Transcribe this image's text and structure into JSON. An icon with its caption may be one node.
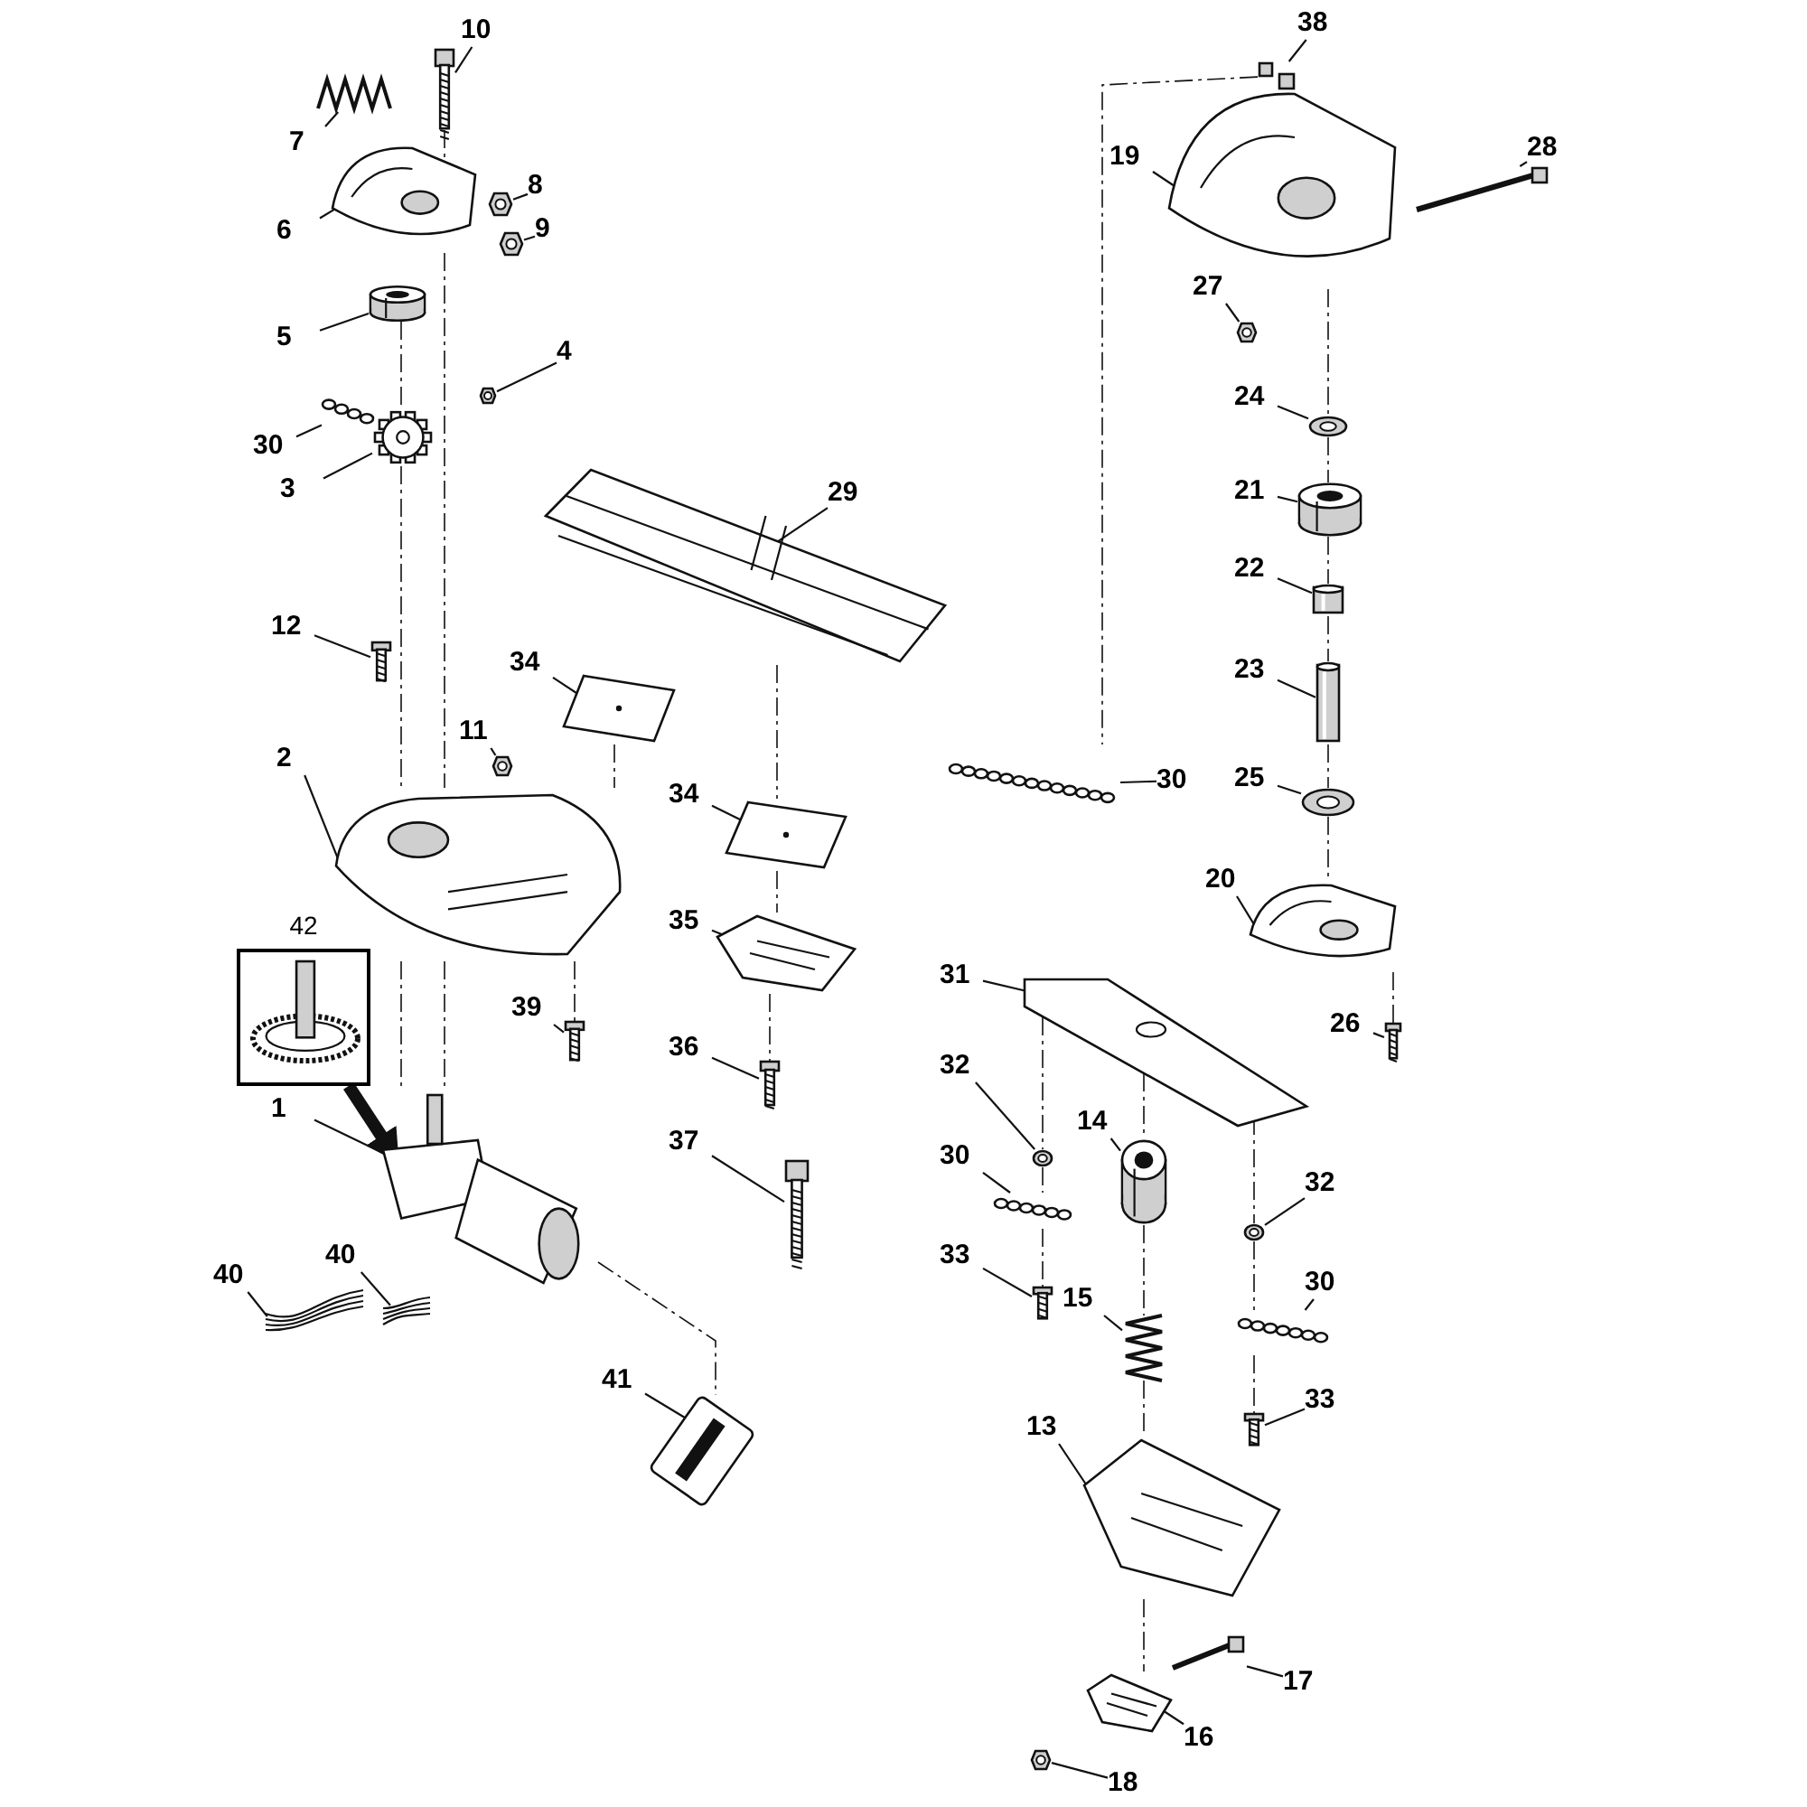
{
  "diagram": {
    "nodes": [
      {
        "text": [
          "10"
        ]
      },
      {
        "text": [],
        "shape": "picture"
      },
      {
        "text": [
          "7"
        ]
      },
      {
        "text": [],
        "shape": "picture"
      },
      {
        "text": [
          "6"
        ]
      },
      {
        "text": [],
        "shape": "picture"
      },
      {
        "text": [
          "8"
        ]
      },
      {
        "text": [],
        "shape": "picture"
      },
      {
        "text": [
          "9"
        ]
      },
      {
        "text": [],
        "shape": "picture"
      },
      {
        "text": [
          "5"
        ]
      },
      {
        "text": [],
        "shape": "picture"
      },
      {
        "text": [
          "4"
        ]
      },
      {
        "text": [],
        "shape": "picture"
      },
      {
        "text": [
          "30"
        ]
      },
      {
        "text": [],
        "shape": "picture"
      },
      {
        "text": [
          "3"
        ]
      },
      {
        "text": [],
        "shape": "picture"
      },
      {
        "text": [
          "38"
        ]
      },
      {
        "text": [],
        "shape": "picture"
      },
      {
        "text": [
          "19"
        ]
      },
      {
        "text": [],
        "shape": "picture"
      },
      {
        "text": [
          "28"
        ]
      },
      {
        "text": [],
        "shape": "picture"
      },
      {
        "text": [
          "27"
        ]
      },
      {
        "text": [],
        "shape": "picture"
      },
      {
        "text": [
          "24"
        ]
      },
      {
        "text": [],
        "shape": "picture"
      },
      {
        "text": [
          "21"
        ]
      },
      {
        "text": [],
        "shape": "picture"
      },
      {
        "text": [
          "22"
        ]
      },
      {
        "text": [],
        "shape": "picture"
      },
      {
        "text": [
          "23"
        ]
      },
      {
        "text": [],
        "shape": "picture"
      },
      {
        "text": [
          "25"
        ]
      },
      {
        "text": [],
        "shape": "picture"
      },
      {
        "text": [
          "20"
        ]
      },
      {
        "text": [],
        "shape": "picture"
      },
      {
        "text": [
          "26"
        ]
      },
      {
        "text": [],
        "shape": "picture"
      },
      {
        "text": [
          "29"
        ]
      },
      {
        "text": [],
        "shape": "picture"
      },
      {
        "text": [
          "12"
        ]
      },
      {
        "text": [],
        "shape": "picture"
      },
      {
        "text": [
          "34"
        ]
      },
      {
        "text": [],
        "shape": "picture"
      },
      {
        "text": [
          "11"
        ]
      },
      {
        "text": [],
        "shape": "picture"
      },
      {
        "text": [
          "2"
        ]
      },
      {
        "text": [],
        "shape": "picture"
      },
      {
        "text": [
          "34"
        ]
      },
      {
        "text": [],
        "shape": "picture"
      },
      {
        "text": [
          "30"
        ]
      },
      {
        "text": [],
        "shape": "picture"
      },
      {
        "text": [
          "35"
        ]
      },
      {
        "text": [],
        "shape": "picture"
      },
      {
        "text": [
          "31"
        ]
      },
      {
        "text": [],
        "shape": "picture"
      },
      {
        "text": [
          "39"
        ]
      },
      {
        "text": [],
        "shape": "picture"
      },
      {
        "text": [
          "36"
        ]
      },
      {
        "text": [],
        "shape": "picture"
      },
      {
        "text": [
          "32"
        ]
      },
      {
        "text": [],
        "shape": "picture"
      },
      {
        "text": [
          "14"
        ]
      },
      {
        "text": [],
        "shape": "picture"
      },
      {
        "text": [
          "37"
        ]
      },
      {
        "text": [],
        "shape": "picture"
      },
      {
        "text": [
          "30"
        ]
      },
      {
        "text": [],
        "shape": "picture"
      },
      {
        "text": [
          "32"
        ]
      },
      {
        "text": [],
        "shape": "picture"
      },
      {
        "text": [
          "1"
        ]
      },
      {
        "text": [],
        "shape": "picture"
      },
      {
        "text": [
          "40"
        ]
      },
      {
        "text": [],
        "shape": "picture"
      },
      {
        "text": [
          "40"
        ]
      },
      {
        "text": [],
        "shape": "picture"
      },
      {
        "text": [
          "33"
        ]
      },
      {
        "text": [],
        "shape": "picture"
      },
      {
        "text": [
          "15"
        ]
      },
      {
        "text": [],
        "shape": "picture"
      },
      {
        "text": [
          "30"
        ]
      },
      {
        "text": [],
        "shape": "picture"
      },
      {
        "text": [
          "33"
        ]
      },
      {
        "text": [],
        "shape": "picture"
      },
      {
        "text": [
          "41"
        ]
      },
      {
        "text": [],
        "shape": "picture"
      },
      {
        "text": [
          "13"
        ]
      },
      {
        "text": [],
        "shape": "picture"
      },
      {
        "text": [
          "17"
        ]
      },
      {
        "text": [],
        "shape": "picture"
      },
      {
        "text": [
          "16"
        ]
      },
      {
        "text": [],
        "shape": "picture"
      },
      {
        "text": [
          "18"
        ]
      },
      {
        "text": [],
        "shape": "picture"
      },
      {
        "text": [
          "42"
        ]
      },
      {
        "text": [],
        "shape": "picture",
        "in": 96
      }
    ],
    "edges": [
      {
        "from": 0,
        "to": 1,
        "arrow": "none"
      },
      {
        "from": 2,
        "to": 3,
        "arrow": "none"
      },
      {
        "from": 4,
        "to": 5,
        "arrow": "none"
      },
      {
        "from": 6,
        "to": 7,
        "arrow": "none"
      },
      {
        "from": 8,
        "to": 9,
        "arrow": "none"
      },
      {
        "from": 10,
        "to": 11,
        "arrow": "none"
      },
      {
        "from": 12,
        "to": 13,
        "arrow": "none"
      },
      {
        "from": 14,
        "to": 15,
        "arrow": "none"
      },
      {
        "from": 16,
        "to": 17,
        "arrow": "none"
      },
      {
        "from": 18,
        "to": 19,
        "arrow": "none"
      },
      {
        "from": 20,
        "to": 21,
        "arrow": "none"
      },
      {
        "from": 22,
        "to": 23,
        "arrow": "none"
      },
      {
        "from": 24,
        "to": 25,
        "arrow": "none"
      },
      {
        "from": 26,
        "to": 27,
        "arrow": "none"
      },
      {
        "from": 28,
        "to": 29,
        "arrow": "none"
      },
      {
        "from": 30,
        "to": 31,
        "arrow": "none"
      },
      {
        "from": 32,
        "to": 33,
        "arrow": "none"
      },
      {
        "from": 34,
        "to": 35,
        "arrow": "none"
      },
      {
        "from": 36,
        "to": 37,
        "arrow": "none"
      },
      {
        "from": 38,
        "to": 39,
        "arrow": "none"
      },
      {
        "from": 40,
        "to": 41,
        "arrow": "none"
      },
      {
        "from": 42,
        "to": 43,
        "arrow": "none"
      },
      {
        "from": 44,
        "to": 45,
        "arrow": "none"
      },
      {
        "from": 46,
        "to": 47,
        "arrow": "none"
      },
      {
        "from": 48,
        "to": 49,
        "arrow": "none"
      },
      {
        "from": 50,
        "to": 51,
        "arrow": "none"
      },
      {
        "from": 52,
        "to": 53,
        "arrow": "none"
      },
      {
        "from": 54,
        "to": 55,
        "arrow": "none"
      },
      {
        "from": 56,
        "to": 57,
        "arrow": "none"
      },
      {
        "from": 58,
        "to": 59,
        "arrow": "none"
      },
      {
        "from": 60,
        "to": 61,
        "arrow": "none"
      },
      {
        "from": 62,
        "to": 63,
        "arrow": "none"
      },
      {
        "from": 64,
        "to": 65,
        "arrow": "none"
      },
      {
        "from": 66,
        "to": 67,
        "arrow": "none"
      },
      {
        "from": 68,
        "to": 69,
        "arrow": "none"
      },
      {
        "from": 70,
        "to": 71,
        "arrow": "none"
      },
      {
        "from": 72,
        "to": 73,
        "arrow": "none"
      },
      {
        "from": 74,
        "to": 75,
        "arrow": "none"
      },
      {
        "from": 76,
        "to": 77,
        "arrow": "none"
      },
      {
        "from": 78,
        "to": 79,
        "arrow": "none"
      },
      {
        "from": 80,
        "to": 81,
        "arrow": "none"
      },
      {
        "from": 82,
        "to": 83,
        "arrow": "none"
      },
      {
        "from": 84,
        "to": 85,
        "arrow": "none"
      },
      {
        "from": 86,
        "to": 87,
        "arrow": "none"
      },
      {
        "from": 88,
        "to": 89,
        "arrow": "none"
      },
      {
        "from": 90,
        "to": 91,
        "arrow": "none"
      },
      {
        "from": 92,
        "to": 93,
        "arrow": "none"
      },
      {
        "from": 94,
        "to": 95,
        "arrow": "none"
      },
      {
        "from": 96,
        "to": 73,
        "arrow": "to",
        "style": "thick"
      },
      {
        "from": 1,
        "to": 5,
        "arrow": "none",
        "style": "dashed"
      },
      {
        "from": 5,
        "to": 49,
        "arrow": "none",
        "style": "dashed"
      },
      {
        "from": 49,
        "to": 73,
        "arrow": "none",
        "style": "dashed"
      },
      {
        "from": 11,
        "to": 17,
        "arrow": "none",
        "style": "dashed"
      },
      {
        "from": 17,
        "to": 49,
        "arrow": "none",
        "style": "dashed"
      },
      {
        "from": 49,
        "to": 73,
        "arrow": "none",
        "style": "dashed"
      },
      {
        "from": 49,
        "to": 59,
        "arrow": "none",
        "style": "dashed"
      },
      {
        "from": 45,
        "to": 49,
        "arrow": "none",
        "style": "dashed"
      },
      {
        "from": 41,
        "to": 51,
        "arrow": "none",
        "style": "dashed"
      },
      {
        "from": 51,
        "to": 55,
        "arrow": "none",
        "style": "dashed"
      },
      {
        "from": 55,
        "to": 61,
        "arrow": "none",
        "style": "dashed"
      },
      {
        "from": 21,
        "to": 27,
        "arrow": "none",
        "style": "dashed"
      },
      {
        "from": 27,
        "to": 29,
        "arrow": "none",
        "style": "dashed"
      },
      {
        "from": 29,
        "to": 31,
        "arrow": "none",
        "style": "dashed"
      },
      {
        "from": 31,
        "to": 33,
        "arrow": "none",
        "style": "dashed"
      },
      {
        "from": 33,
        "to": 35,
        "arrow": "none",
        "style": "dashed"
      },
      {
        "from": 35,
        "to": 37,
        "arrow": "none",
        "style": "dashed"
      },
      {
        "from": 37,
        "to": 39,
        "arrow": "none",
        "style": "dashed"
      },
      {
        "from": 19,
        "to": 53,
        "arrow": "none",
        "style": "dashed"
      },
      {
        "from": 57,
        "to": 63,
        "arrow": "none",
        "style": "dashed"
      },
      {
        "from": 63,
        "to": 69,
        "arrow": "none",
        "style": "dashed"
      },
      {
        "from": 69,
        "to": 79,
        "arrow": "none",
        "style": "dashed"
      },
      {
        "from": 57,
        "to": 71,
        "arrow": "none",
        "style": "dashed"
      },
      {
        "from": 71,
        "to": 83,
        "arrow": "none",
        "style": "dashed"
      },
      {
        "from": 83,
        "to": 85,
        "arrow": "none",
        "style": "dashed"
      },
      {
        "from": 57,
        "to": 65,
        "arrow": "none",
        "style": "dashed"
      },
      {
        "from": 65,
        "to": 81,
        "arrow": "none",
        "style": "dashed"
      },
      {
        "from": 81,
        "to": 89,
        "arrow": "none",
        "style": "dashed"
      },
      {
        "from": 89,
        "to": 93,
        "arrow": "none",
        "style": "dashed"
      },
      {
        "from": 73,
        "to": 87,
        "arrow": "none",
        "style": "dashed"
      }
    ]
  }
}
